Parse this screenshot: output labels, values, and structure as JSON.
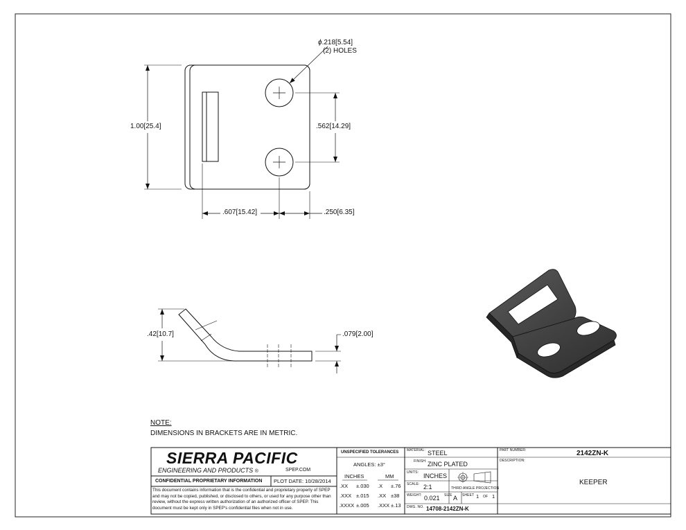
{
  "drawing": {
    "hole_callout_dia": ".218",
    "hole_callout_dia_metric": "5.54",
    "hole_callout_qty": "(2) HOLES",
    "dim_height": "1.00",
    "dim_height_metric": "25.4",
    "dim_hole_spacing": ".562",
    "dim_hole_spacing_metric": "14.29",
    "dim_hole_offset_x": ".607",
    "dim_hole_offset_x_metric": "15.42",
    "dim_hole_edge": ".250",
    "dim_hole_edge_metric": "6.35",
    "dim_side_height": ".42",
    "dim_side_height_metric": "10.7",
    "dim_thickness": ".079",
    "dim_thickness_metric": "2.00"
  },
  "note": {
    "heading": "NOTE:",
    "text": "DIMENSIONS IN BRACKETS ARE IN METRIC."
  },
  "title_block": {
    "company_line1": "SIERRA PACIFIC",
    "company_line2": "ENGINEERING AND PRODUCTS",
    "registered_mark": "®",
    "website": "SPEP.COM",
    "confidential_label": "CONFIDENTIAL PROPRIETARY INFORMATION",
    "plot_date": "PLOT DATE: 10/28/2014",
    "confidential_text": "This document contains information that is the confidential and proprietary property of SPEP and may not be copied, published, or disclosed to others, or used for any purpose other than review, without the express written authorization of an authorized officer of SPEP. This document must be kept only in SPEP's confidential files when not in use.",
    "tolerances_title": "UNSPECIFIED TOLERANCES",
    "angles": "ANGLES: ±3°",
    "inches_header": "INCHES",
    "mm_header": "MM",
    "tol_rows": [
      {
        "in_fmt": ".XX",
        "in_tol": "±.030",
        "mm_fmt": ".X",
        "mm_tol": "±.76"
      },
      {
        "in_fmt": ".XXX",
        "in_tol": "±.015",
        "mm_fmt": ".XX",
        "mm_tol": "±38"
      },
      {
        "in_fmt": ".XXXX",
        "in_tol": "±.005",
        "mm_fmt": ".XXX",
        "mm_tol": "±.13"
      }
    ],
    "material_label": "MATERIAL:",
    "material": "STEEL",
    "finish_label": "FINISH:",
    "finish": "ZINC PLATED",
    "units_label": "UNITS:",
    "units": "INCHES",
    "scale_label": "SCALE:",
    "scale": "2:1",
    "projection_label": "THIRD ANGLE PROJECTION",
    "weight_label": "WEIGHT:",
    "weight": "0.021",
    "size_label": "SIZE",
    "size": "A",
    "sheet_label": "SHEET",
    "sheet_num": "1",
    "sheet_of": "OF",
    "sheet_total": "1",
    "dwg_label": "DWG. NO.",
    "dwg_no": "14708-2142ZN-K",
    "part_label": "PART NUMBER:",
    "part_no": "2142ZN-K",
    "desc_label": "DESCRIPTION:",
    "description": "KEEPER"
  }
}
